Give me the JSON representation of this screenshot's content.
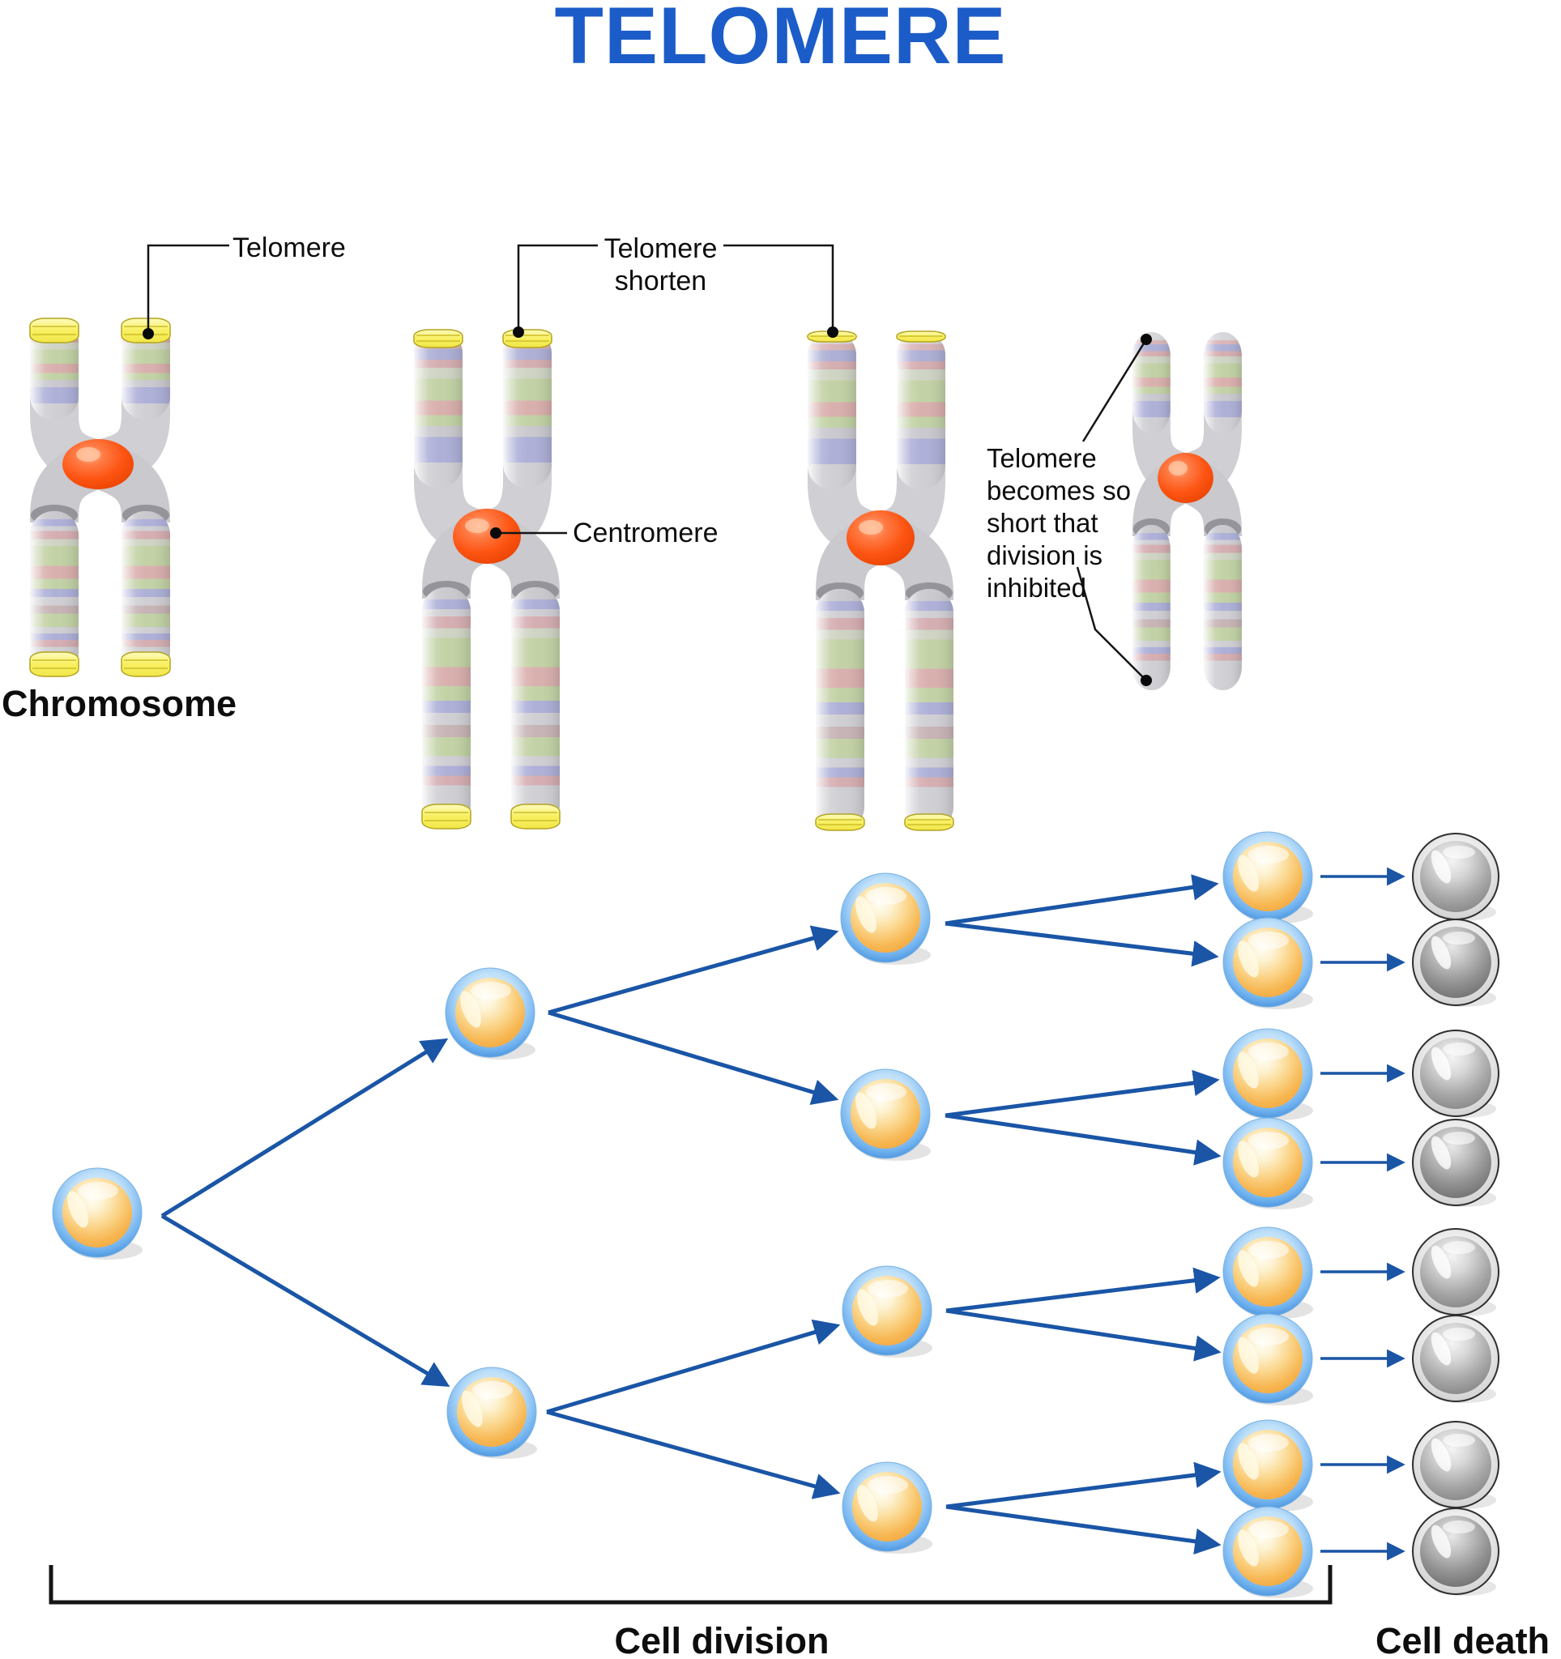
{
  "title": "TELOMERE",
  "labels": {
    "telomere": "Telomere",
    "telomere_shorten": {
      "lines": [
        "Telomere",
        "shorten"
      ]
    },
    "centromere": "Centromere",
    "inhibited": {
      "lines": [
        "Telomere",
        "becomes so",
        "short that",
        "division is",
        "inhibited"
      ]
    },
    "chromosome": "Chromosome",
    "cell_division": "Cell division",
    "cell_death": "Cell death"
  },
  "colors": {
    "title_blue": "#1b5cc8",
    "arrow_blue": "#1a55a6",
    "telomere_yellow": "#f8ef62",
    "centromere_orange": "#fd5412",
    "live_cell_ring_blue": "#4d9ae8",
    "live_cell_core_orange": "#f8b44c",
    "dead_cell_gray": "#8f8f8f",
    "text_black": "#111111"
  },
  "diagram": {
    "chromosome_stages": [
      {
        "stage": 1,
        "telomere_caps": "full"
      },
      {
        "stage": 2,
        "telomere_caps": "reduced"
      },
      {
        "stage": 3,
        "telomere_caps": "minimal"
      },
      {
        "stage": 4,
        "telomere_caps": "none"
      }
    ],
    "cell_division_tree": {
      "generations": [
        1,
        2,
        4,
        8
      ],
      "dead_cells": 8
    }
  }
}
